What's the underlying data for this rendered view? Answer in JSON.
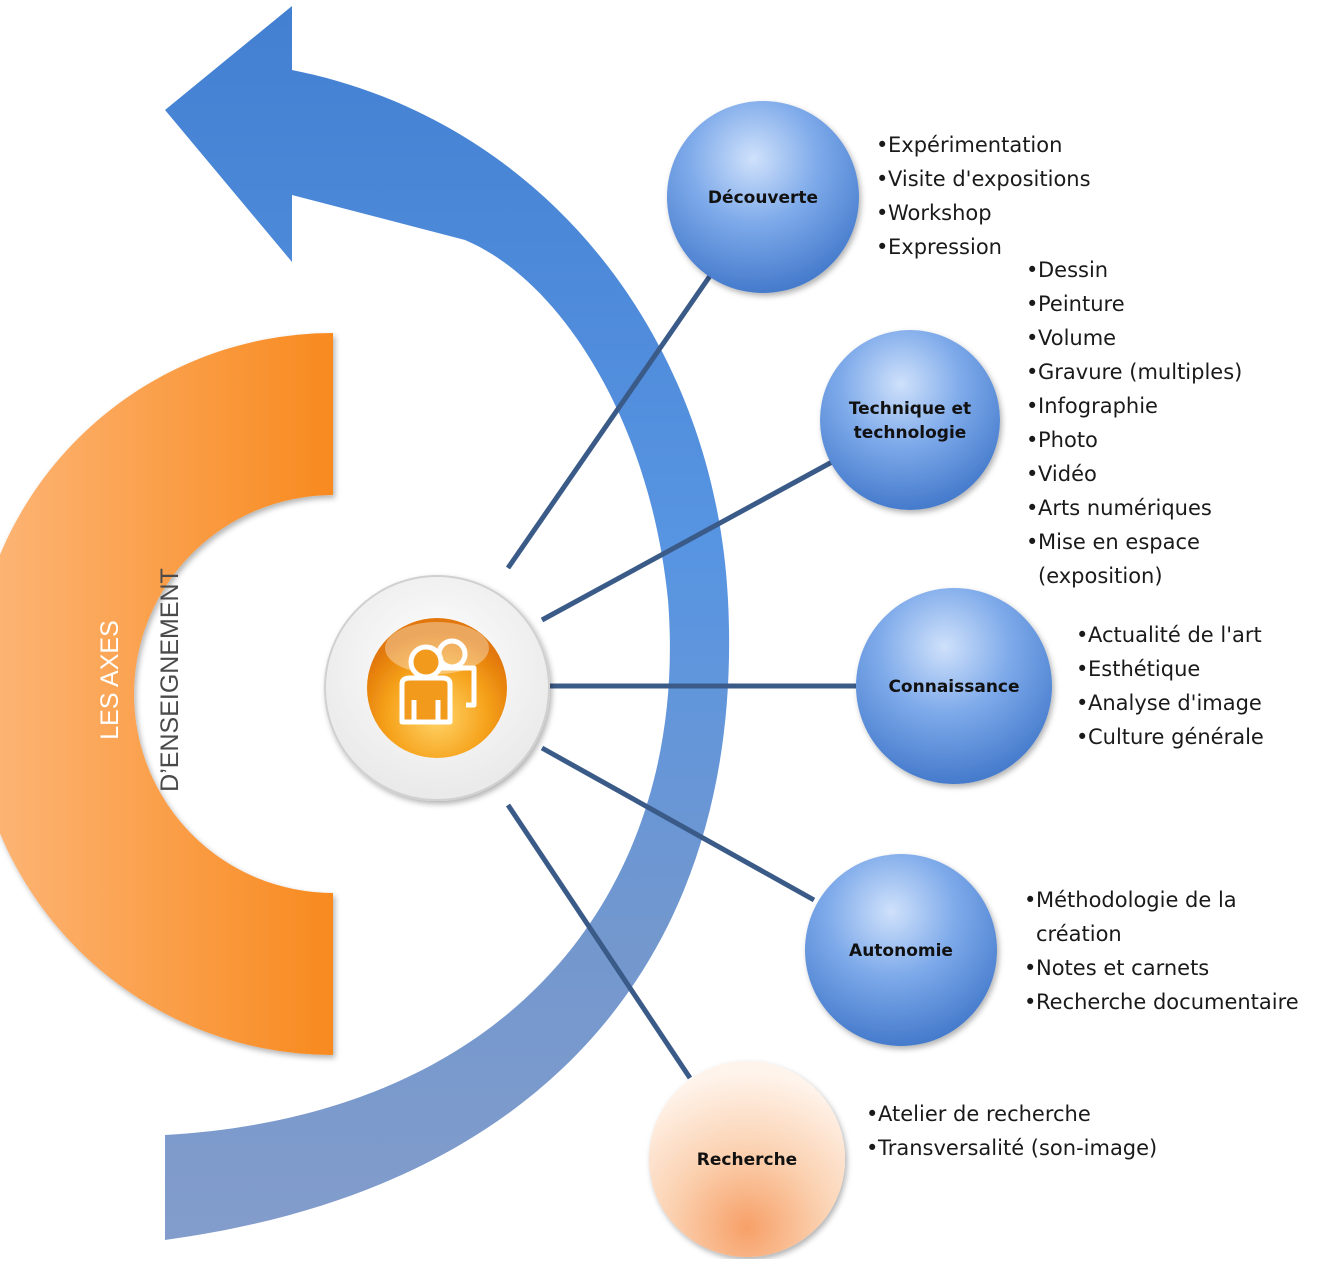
{
  "title": {
    "line1": "LES AXES",
    "line2": "D’ENSEIGNEMENT"
  },
  "center": {
    "icon": "people-icon"
  },
  "colors": {
    "arrow_blue": "#3f78c8",
    "orange": "#f5922d",
    "node_blue": "#5e95e0",
    "node_peach": "#f9b98a",
    "connector": "#3a5a88"
  },
  "nodes": [
    {
      "id": "decouverte",
      "label": [
        "Découverte"
      ],
      "items": [
        "Expérimentation",
        "Visite d'expositions",
        "Workshop",
        "Expression"
      ]
    },
    {
      "id": "technique",
      "label": [
        "Technique et",
        "technologie"
      ],
      "items": [
        "Dessin",
        "Peinture",
        "Volume",
        "Gravure (multiples)",
        "Infographie",
        "Photo",
        "Vidéo",
        "Arts numériques",
        "Mise en espace|(exposition)"
      ]
    },
    {
      "id": "connaissance",
      "label": [
        "Connaissance"
      ],
      "items": [
        "Actualité de l'art",
        "Esthétique",
        "Analyse d'image",
        "Culture générale"
      ]
    },
    {
      "id": "autonomie",
      "label": [
        "Autonomie"
      ],
      "items": [
        "Méthodologie de la|création",
        "Notes et carnets",
        "Recherche documentaire"
      ]
    },
    {
      "id": "recherche",
      "label": [
        "Recherche"
      ],
      "items": [
        "Atelier de recherche",
        "Transversalité (son-image)"
      ]
    }
  ]
}
